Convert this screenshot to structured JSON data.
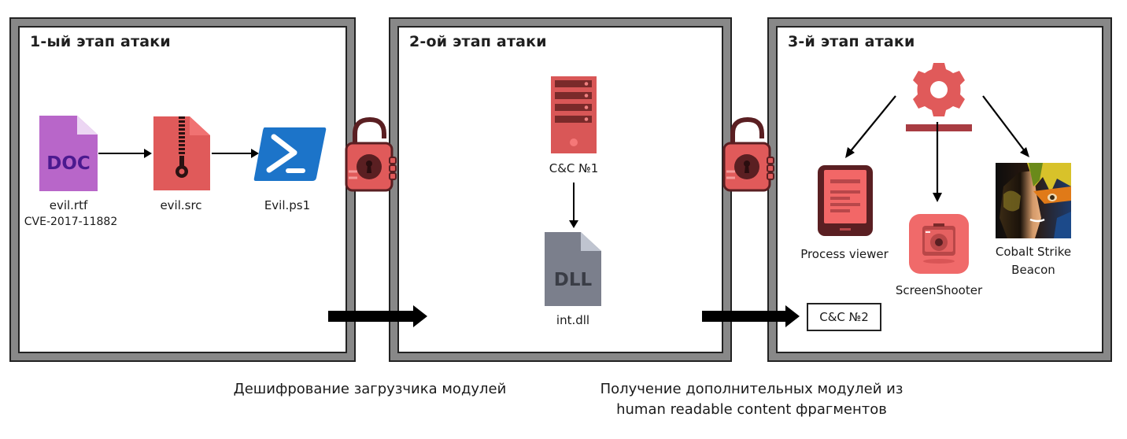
{
  "diagram": {
    "stages": [
      {
        "title": "1-ый этап атаки",
        "items": [
          {
            "icon": "doc-file-icon",
            "badge": "DOC",
            "label": "evil.rtf",
            "sublabel": "CVE-2017-11882"
          },
          {
            "icon": "zip-archive-icon",
            "label": "evil.src"
          },
          {
            "icon": "powershell-icon",
            "label": "Evil.ps1"
          }
        ]
      },
      {
        "title": "2-ой этап атаки",
        "items": [
          {
            "icon": "server-icon",
            "label": "C&C №1"
          },
          {
            "icon": "dll-file-icon",
            "badge": "DLL",
            "label": "int.dll"
          }
        ]
      },
      {
        "title": "3-й этап атаки",
        "items": [
          {
            "icon": "gear-icon",
            "label": ""
          },
          {
            "icon": "ebook-reader-icon",
            "label": "Process viewer"
          },
          {
            "icon": "camera-icon",
            "label": "ScreenShooter"
          },
          {
            "icon": "beacon-avatar-icon",
            "label": "Cobalt Strike",
            "label_line2": "Beacon"
          }
        ],
        "cc_box": "C&C №2"
      }
    ],
    "transitions": [
      {
        "icon": "unlocked-padlock-icon",
        "caption": "Дешифрование загрузчика модулей"
      },
      {
        "icon": "unlocked-padlock-icon",
        "caption_line1": "Получение дополнительных модулей из",
        "caption_line2": "human readable content фрагментов"
      }
    ],
    "colors": {
      "accent_red": "#e05a5a",
      "dark_maroon": "#5a1f22",
      "doc_purple": "#b866c9",
      "doc_text": "#4b1a8f",
      "ps_blue": "#1c74c9",
      "dll_gray": "#7b7f8c",
      "frame_gray": "#888888"
    }
  }
}
